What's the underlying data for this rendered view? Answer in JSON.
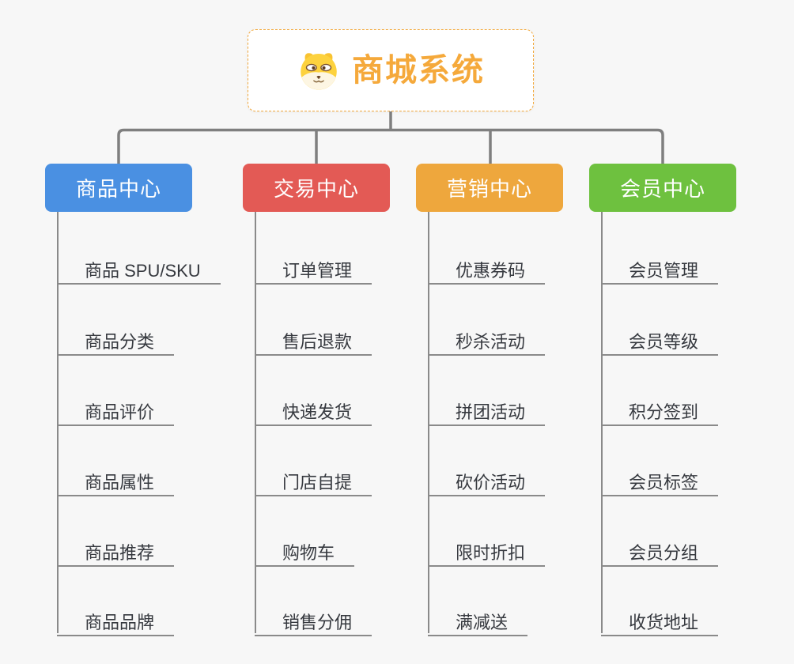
{
  "root": {
    "title": "商城系统",
    "icon": "dog-face-icon"
  },
  "branches": [
    {
      "label": "商品中心",
      "color": "#4a90e2",
      "items": [
        "商品 SPU/SKU",
        "商品分类",
        "商品评价",
        "商品属性",
        "商品推荐",
        "商品品牌"
      ]
    },
    {
      "label": "交易中心",
      "color": "#e35a55",
      "items": [
        "订单管理",
        "售后退款",
        "快递发货",
        "门店自提",
        "购物车",
        "销售分佣"
      ]
    },
    {
      "label": "营销中心",
      "color": "#eea73d",
      "items": [
        "优惠券码",
        "秒杀活动",
        "拼团活动",
        "砍价活动",
        "限时折扣",
        "满减送"
      ]
    },
    {
      "label": "会员中心",
      "color": "#6ec13f",
      "items": [
        "会员管理",
        "会员等级",
        "积分签到",
        "会员标签",
        "会员分组",
        "收货地址"
      ]
    }
  ],
  "colors": {
    "background": "#f7f7f7",
    "root_border": "#f2a93d",
    "root_title": "#f5a93b",
    "connector": "#7f7f7f",
    "child_line": "#8a8a8a",
    "child_text": "#36393f"
  }
}
